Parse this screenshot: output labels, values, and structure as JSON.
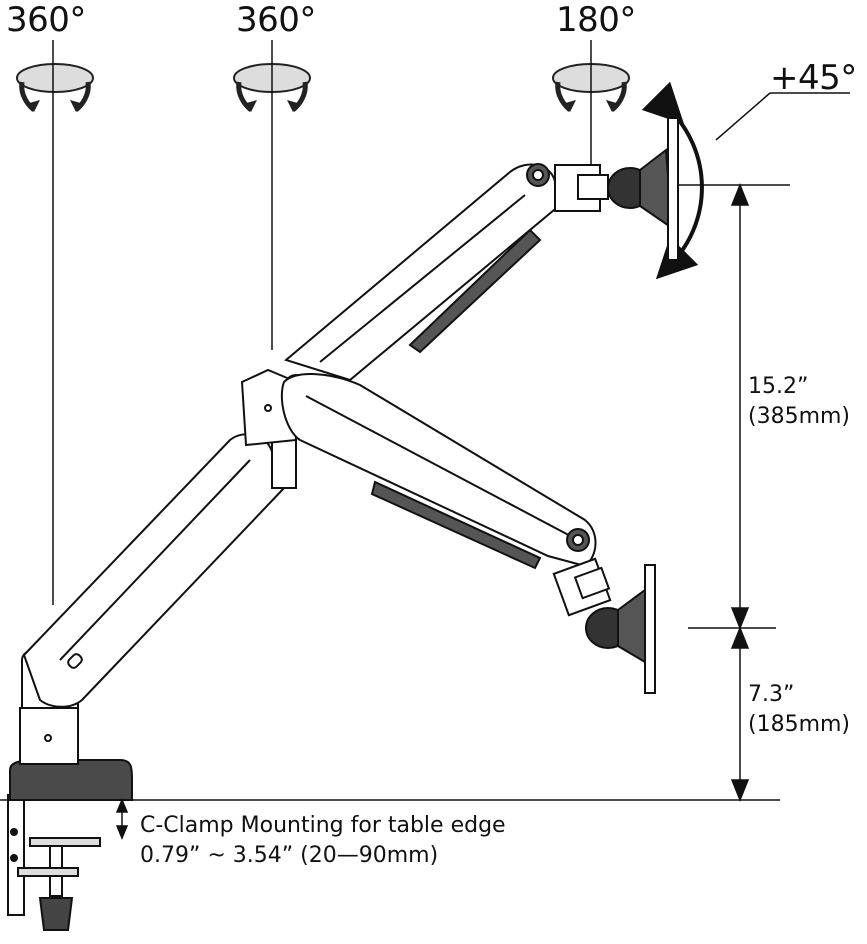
{
  "rotation_labels": {
    "base": "360°",
    "mid": "360°",
    "head": "180°",
    "tilt": "+45°"
  },
  "dimensions": {
    "upper_value": "15.2”",
    "upper_metric": "(385mm)",
    "lower_value": "7.3”",
    "lower_metric": "(185mm)"
  },
  "clamp": {
    "line1": "C-Clamp Mounting for table edge",
    "line2": "0.79” ~ 3.54” (20—90mm)"
  }
}
